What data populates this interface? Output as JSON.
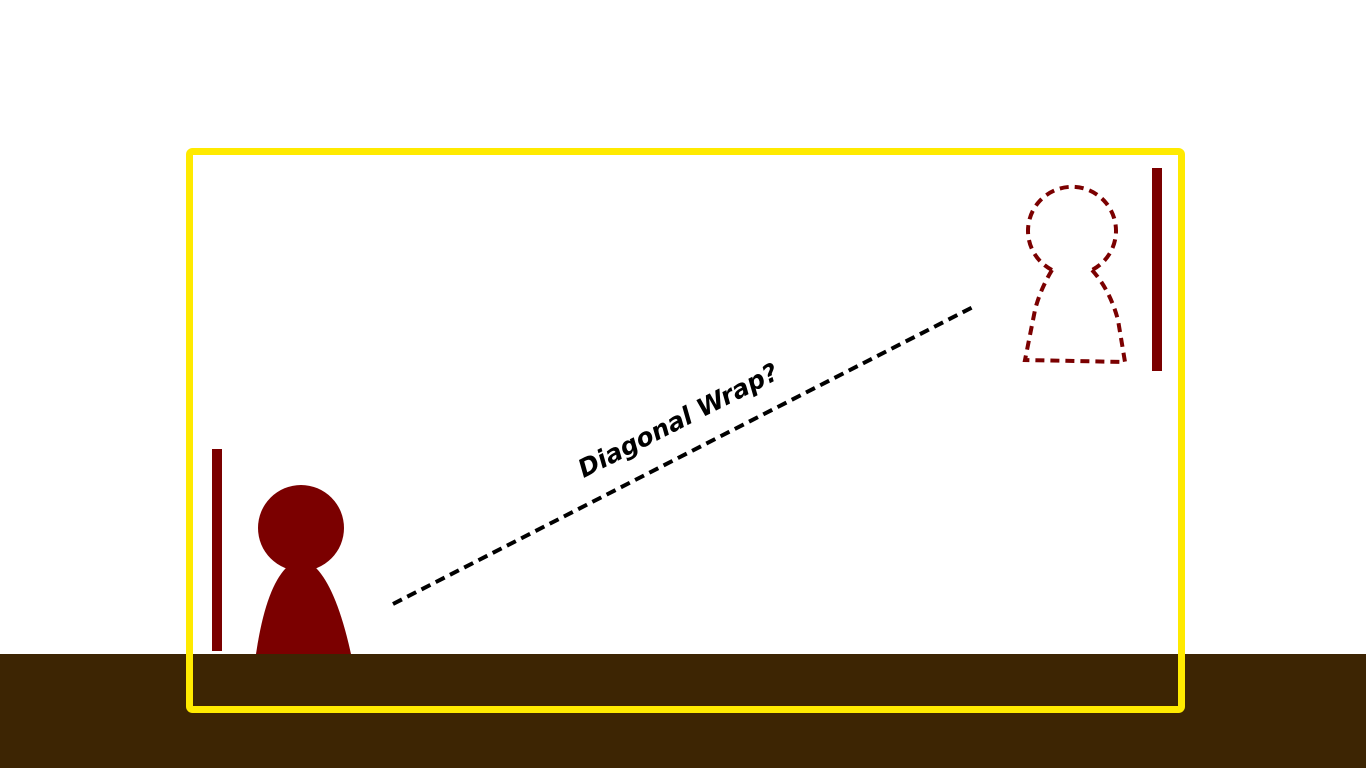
{
  "colors": {
    "background": "#ffffff",
    "ground": "#3d2503",
    "frame": "#ffea00",
    "player": "#7b0000",
    "ghost": "#7b0000",
    "marker": "#7b0000",
    "path": "#000000",
    "label": "#000000"
  },
  "scene": {
    "label": "Diagonal Wrap?"
  },
  "elements": {
    "player": "player-pawn",
    "ghost": "ghost-pawn-outline",
    "left_marker": "wall-marker",
    "right_marker": "wall-marker",
    "trajectory": "dashed-diagonal-path",
    "frame": "screen-bounds-frame"
  }
}
